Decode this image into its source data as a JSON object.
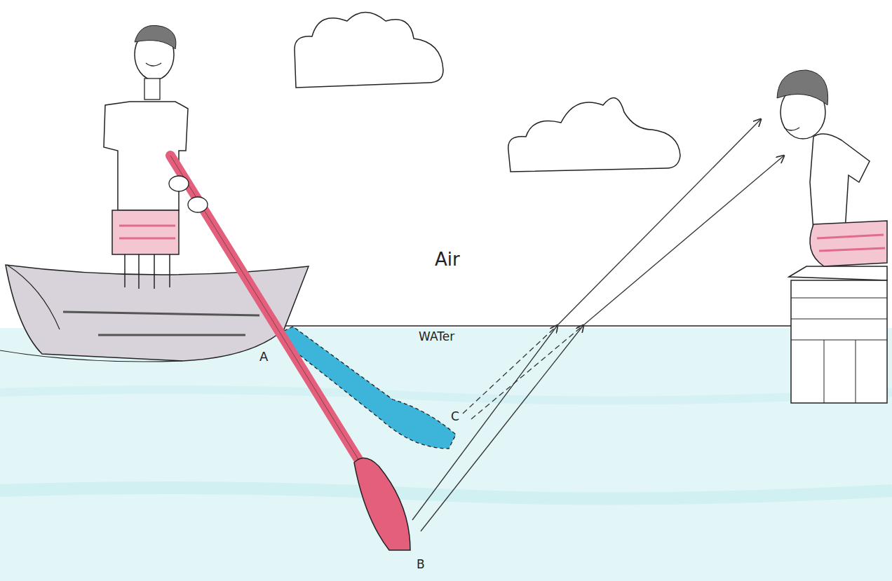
{
  "diagram": {
    "labels": [
      "Air",
      "WATer",
      "A",
      "B",
      "C"
    ]
  }
}
